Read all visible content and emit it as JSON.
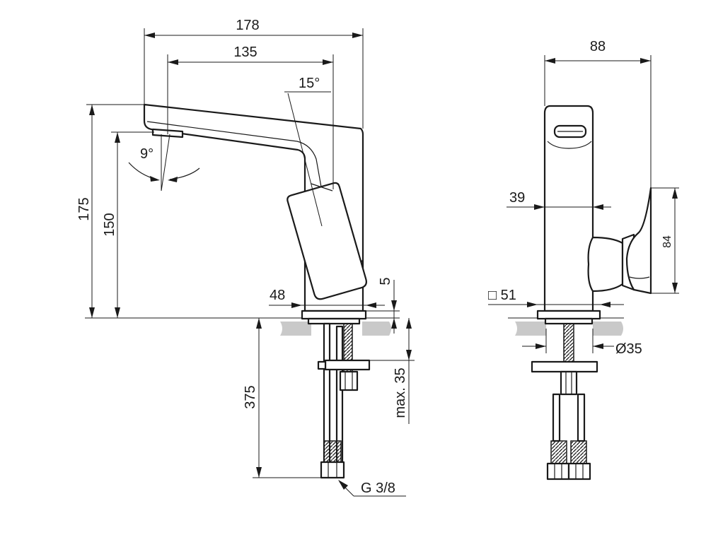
{
  "dimensions": {
    "overall_length": "178",
    "spout_reach": "135",
    "lever_angle": "15°",
    "spout_angle": "9°",
    "overall_height": "175",
    "spout_height": "150",
    "base_projection": "48",
    "base_thickness": "5",
    "hose_length": "375",
    "max_counter_thickness": "max. 35",
    "connection_thread": "G 3/8",
    "side_width": "88",
    "body_depth": "39",
    "lever_height": "84",
    "base_square": "□ 51",
    "hole_diameter": "Ø35"
  },
  "colors": {
    "line": "#1a1a1a",
    "countertop": "#c9c9c9",
    "background": "#ffffff"
  }
}
